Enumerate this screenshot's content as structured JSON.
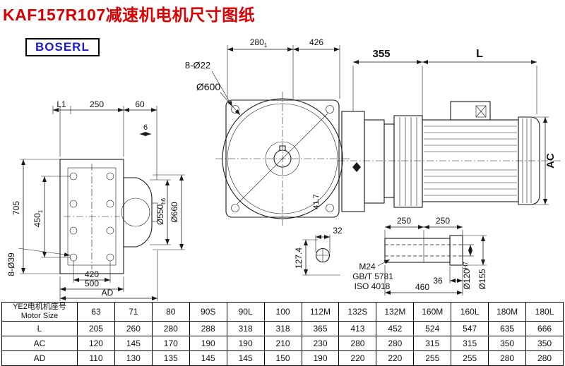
{
  "page": {
    "title": "KAF157R107减速机电机尺寸图纸",
    "brand": "BOSERL"
  },
  "dims": {
    "l1": "L1",
    "w250": "250",
    "w60": "60",
    "w6": "6",
    "h705": "705",
    "h450": "450",
    "h450_sub": "1",
    "holes_flange": "8-Ø39",
    "w420": "420",
    "w500": "500",
    "ad": "AD",
    "d550": "Ø550",
    "d550_tol": "h6",
    "d660": "Ø660",
    "w280": "280",
    "w280_sub": "1",
    "w426": "426",
    "holes_front": "8-Ø22",
    "d600": "Ø600",
    "r41_7": "41.7",
    "w32": "32",
    "h127_4": "127.4",
    "w355": "355",
    "l_len": "L",
    "ac": "AC",
    "s250a": "250",
    "s250b": "250",
    "m24": "M24",
    "gbt5781": "GB/T 5781",
    "iso4018": "ISO 4018",
    "w36": "36",
    "w460": "460",
    "d120": "Ø120",
    "d120_tol": "H7",
    "d155": "Ø155"
  },
  "table": {
    "header_cn": "YE2电机机座号",
    "header_en": "Motor Size",
    "columns": [
      "63",
      "71",
      "80",
      "90S",
      "90L",
      "100",
      "112M",
      "132S",
      "132M",
      "160M",
      "160L",
      "180M",
      "180L"
    ],
    "rows": [
      {
        "label": "L",
        "values": [
          "205",
          "260",
          "280",
          "288",
          "318",
          "318",
          "365",
          "413",
          "452",
          "524",
          "547",
          "635",
          "666"
        ]
      },
      {
        "label": "AC",
        "values": [
          "120",
          "145",
          "170",
          "190",
          "190",
          "210",
          "230",
          "280",
          "280",
          "315",
          "315",
          "350",
          "350"
        ]
      },
      {
        "label": "AD",
        "values": [
          "110",
          "130",
          "135",
          "145",
          "145",
          "150",
          "190",
          "220",
          "220",
          "255",
          "255",
          "280",
          "280"
        ]
      }
    ]
  }
}
